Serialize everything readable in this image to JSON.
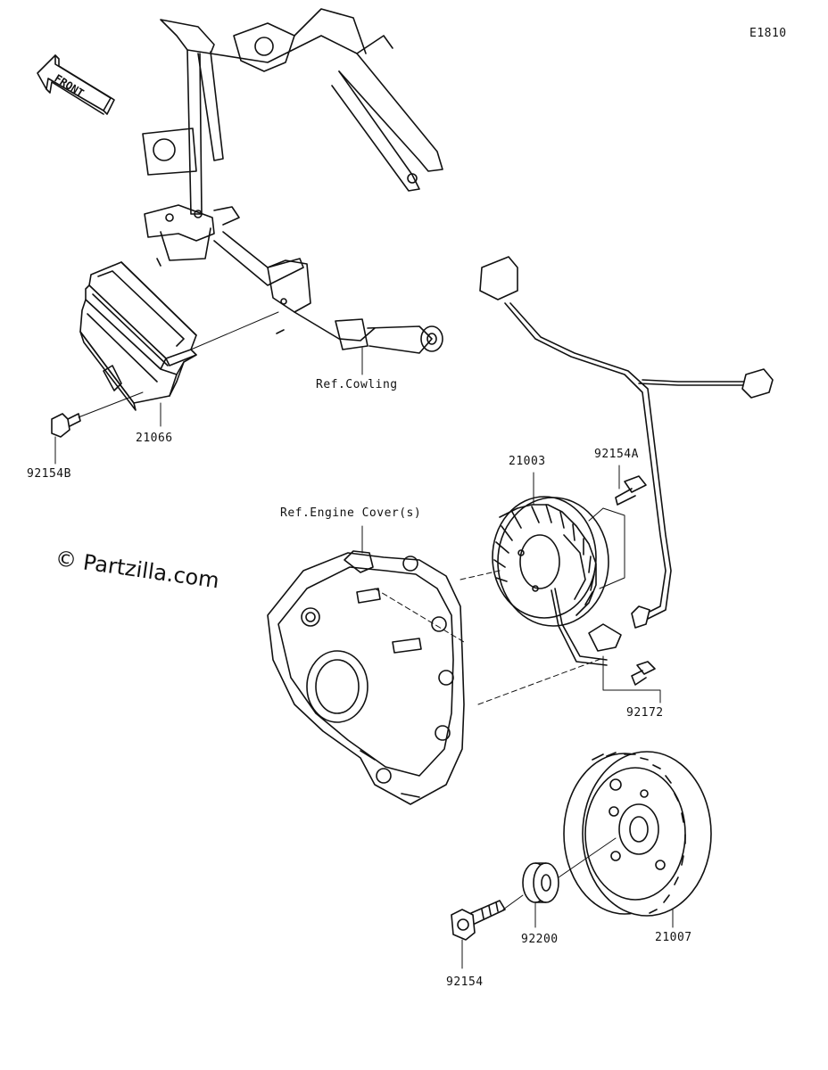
{
  "diagram_code": "E1810",
  "watermark": "© Partzilla.com",
  "front_label": "FRONT",
  "labels": {
    "cowling_ref": "Ref.Cowling",
    "engine_cover_ref": "Ref.Engine Cover(s)",
    "regulator": "21066",
    "bolt_regulator": "92154B",
    "stator": "21003",
    "bolt_stator": "92154A",
    "bolt_clamp": "92172",
    "rotor": "21007",
    "spacer": "92200",
    "bolt_rotor": "92154"
  }
}
